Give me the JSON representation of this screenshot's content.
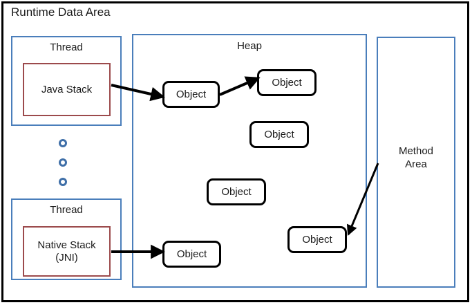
{
  "figure": {
    "title": "Runtime Data Area",
    "background": "#ffffff",
    "frame_color": "#000000",
    "blue_color": "#4a7ebb",
    "red_color": "#9c4a4c",
    "arrow_color": "#000000"
  },
  "threads": [
    {
      "label": "Thread",
      "stack_label": "Java Stack"
    },
    {
      "label": "Thread",
      "stack_label": "Native Stack\n(JNI)",
      "stack_line1": "Native Stack",
      "stack_line2": "(JNI)"
    }
  ],
  "thread_continuation": {
    "icon": "ellipsis-circles",
    "count": 3
  },
  "heap": {
    "label": "Heap",
    "objects": [
      {
        "label": "Object"
      },
      {
        "label": "Object"
      },
      {
        "label": "Object"
      },
      {
        "label": "Object"
      },
      {
        "label": "Object"
      },
      {
        "label": "Object"
      }
    ]
  },
  "method_area": {
    "line1": "Method",
    "line2": "Area"
  },
  "arrows": [
    {
      "name": "java-stack-to-object",
      "from": "Java Stack",
      "to": "Object 1"
    },
    {
      "name": "object-to-object",
      "from": "Object 1",
      "to": "Object 2"
    },
    {
      "name": "native-stack-to-object",
      "from": "Native Stack (JNI)",
      "to": "Object 6"
    },
    {
      "name": "method-area-to-object",
      "from": "Method Area",
      "to": "Object 5"
    }
  ]
}
